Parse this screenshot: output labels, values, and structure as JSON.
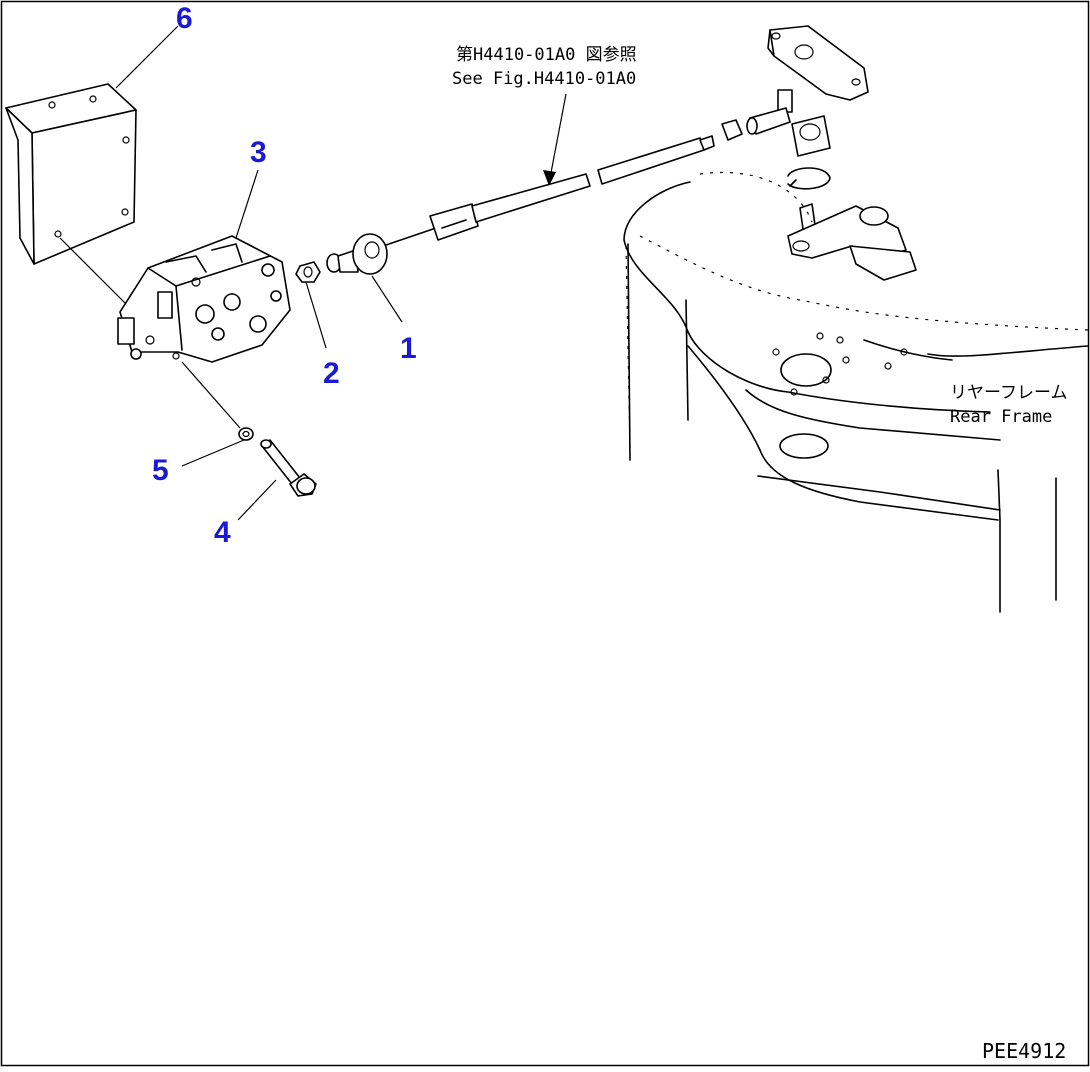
{
  "labels": {
    "ref_jp": "第H4410-01A0 図参照",
    "ref_en": "See Fig.H4410-01A0",
    "frame_jp": "リヤーフレーム",
    "frame_en": "Rear Frame",
    "figure_code": "PEE4912"
  },
  "callouts": [
    "1",
    "2",
    "3",
    "4",
    "5",
    "6"
  ],
  "colors": {
    "callout": "#1a1ad6",
    "line": "#000000",
    "background": "#ffffff"
  }
}
